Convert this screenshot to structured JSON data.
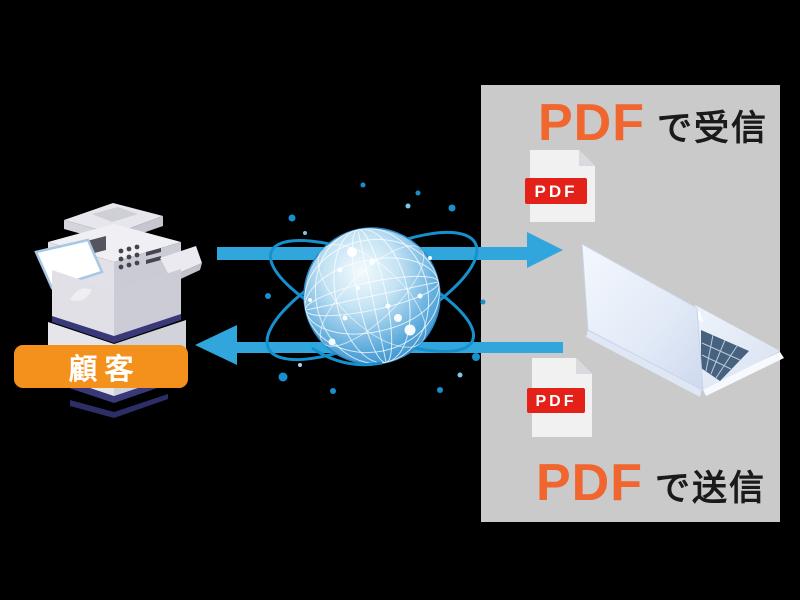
{
  "diagram": {
    "customer_label": "顧客",
    "receive_heading": {
      "pdf": "PDF",
      "suffix": "で受信"
    },
    "send_heading": {
      "pdf": "PDF",
      "suffix": "で送信"
    },
    "pdf_file_top": {
      "badge": "PDF"
    },
    "pdf_file_bottom": {
      "badge": "PDF"
    },
    "colors": {
      "background": "#000000",
      "panel": "#CACACA",
      "arrow": "#30A6DC",
      "heading_pdf_orange": "#F0662E",
      "heading_text": "#1A1A1A",
      "customer_label_bg": "#F4911D",
      "customer_label_text": "#FFFFFF",
      "pdf_badge_bg": "#E32119",
      "pdf_badge_text": "#FFFFFF",
      "globe_orbit_blue": "#1790CE",
      "copier_accent_navy": "#39397A"
    }
  }
}
